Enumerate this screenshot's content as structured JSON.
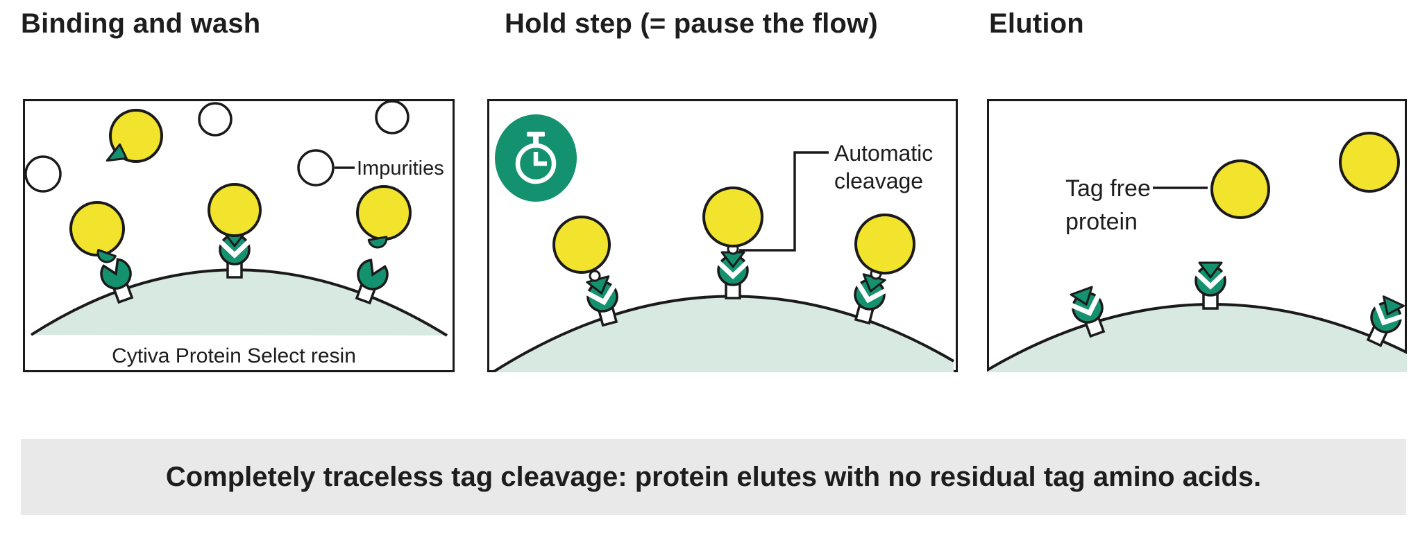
{
  "panels": [
    {
      "title": "Binding and wash",
      "impurities_label": "Impurities",
      "resin_label": "Cytiva Protein Select resin"
    },
    {
      "title": "Hold step (= pause the flow)",
      "cleavage_label_line1": "Automatic",
      "cleavage_label_line2": "cleavage"
    },
    {
      "title": "Elution",
      "tagfree_label_line1": "Tag free",
      "tagfree_label_line2": "protein"
    }
  ],
  "banner": {
    "text": "Completely traceless tag cleavage: protein elutes with no residual tag amino acids."
  },
  "icons": {
    "timer": "stopwatch-icon"
  },
  "colors": {
    "yellow": "#F2E32D",
    "green": "#14916F",
    "resin": "#D8E9E2",
    "outline": "#1A1A1A",
    "banner_bg": "#E9E9E9",
    "text": "#1D1D1D"
  }
}
